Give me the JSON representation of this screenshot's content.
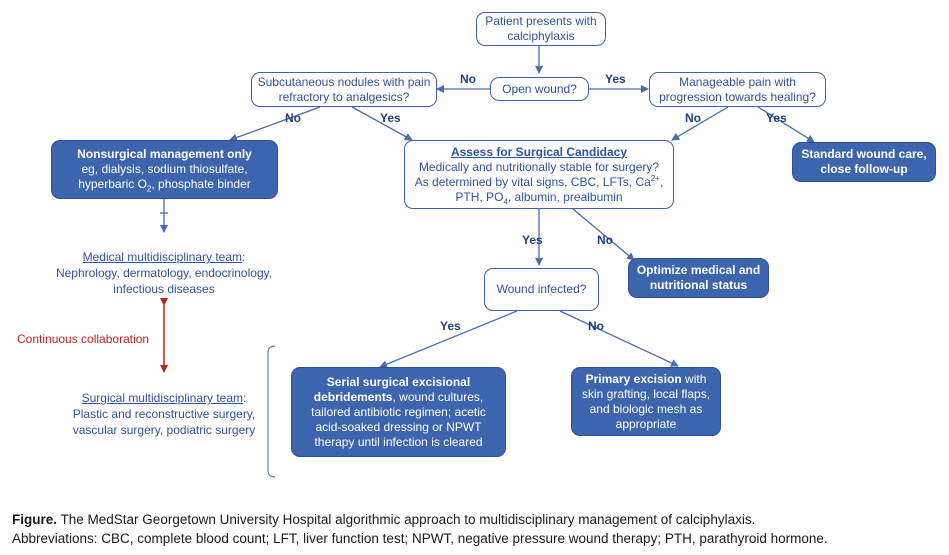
{
  "nodes": {
    "start": "Patient presents with calciphylaxis",
    "open_wound": "Open wound?",
    "nodules": "Subcutaneous nodules with pain refractory to analgesics?",
    "pain": "Manageable pain with progression towards healing?",
    "nonsurgical_title": "Nonsurgical management only",
    "nonsurgical_body_1": "eg, dialysis, sodium thiosulfate,",
    "nonsurgical_body_2a": "hyperbaric O",
    "nonsurgical_body_2sub": "2",
    "nonsurgical_body_2b": ", phosphate binder",
    "assess_title": "Assess for Surgical Candidacy",
    "assess_1": "Medically and nutritionally stable for surgery?",
    "assess_2a": "As determined by vital signs, CBC, LFTs, Ca",
    "assess_2sup": "2+",
    "assess_2b": ",",
    "assess_3a": "PTH, PO",
    "assess_3sub": "4",
    "assess_3b": ", albumin, prealbumin",
    "standard_care": "Standard wound care, close follow-up",
    "optimize": "Optimize medical and nutritional status",
    "infected": "Wound infected?",
    "serial_title": "Serial surgical excisional debridements",
    "serial_body": ", wound cultures, tailored antibiotic regimen; acetic acid-soaked dressing or NPWT therapy until infection is cleared",
    "primary_title": "Primary excision",
    "primary_body": " with skin grafting, local flaps, and biologic mesh as appropriate"
  },
  "teams": {
    "medical_title": "Medical multidisciplinary team",
    "medical_colon": ":",
    "medical_members": "Nephrology, dermatology, endocrinology, infectious diseases",
    "surgical_title": "Surgical multidisciplinary team",
    "surgical_colon": ":",
    "surgical_members": "Plastic and reconstructive surgery, vascular surgery, podiatric surgery"
  },
  "labels": {
    "no": "No",
    "yes": "Yes",
    "collaboration": "Continuous collaboration"
  },
  "caption": {
    "label": "Figure.",
    "text": " The MedStar Georgetown University Hospital algorithmic approach to multidisciplinary management of calciphylaxis.",
    "abbreviations": "Abbreviations: CBC, complete blood count; LFT, liver function test; NPWT, negative pressure wound therapy; PTH, parathyroid hormone."
  },
  "colors": {
    "box_fill": "#3d65ad",
    "outline": "#3f63aa",
    "arrow": "#4a6aae",
    "collaboration": "#b3261e"
  }
}
